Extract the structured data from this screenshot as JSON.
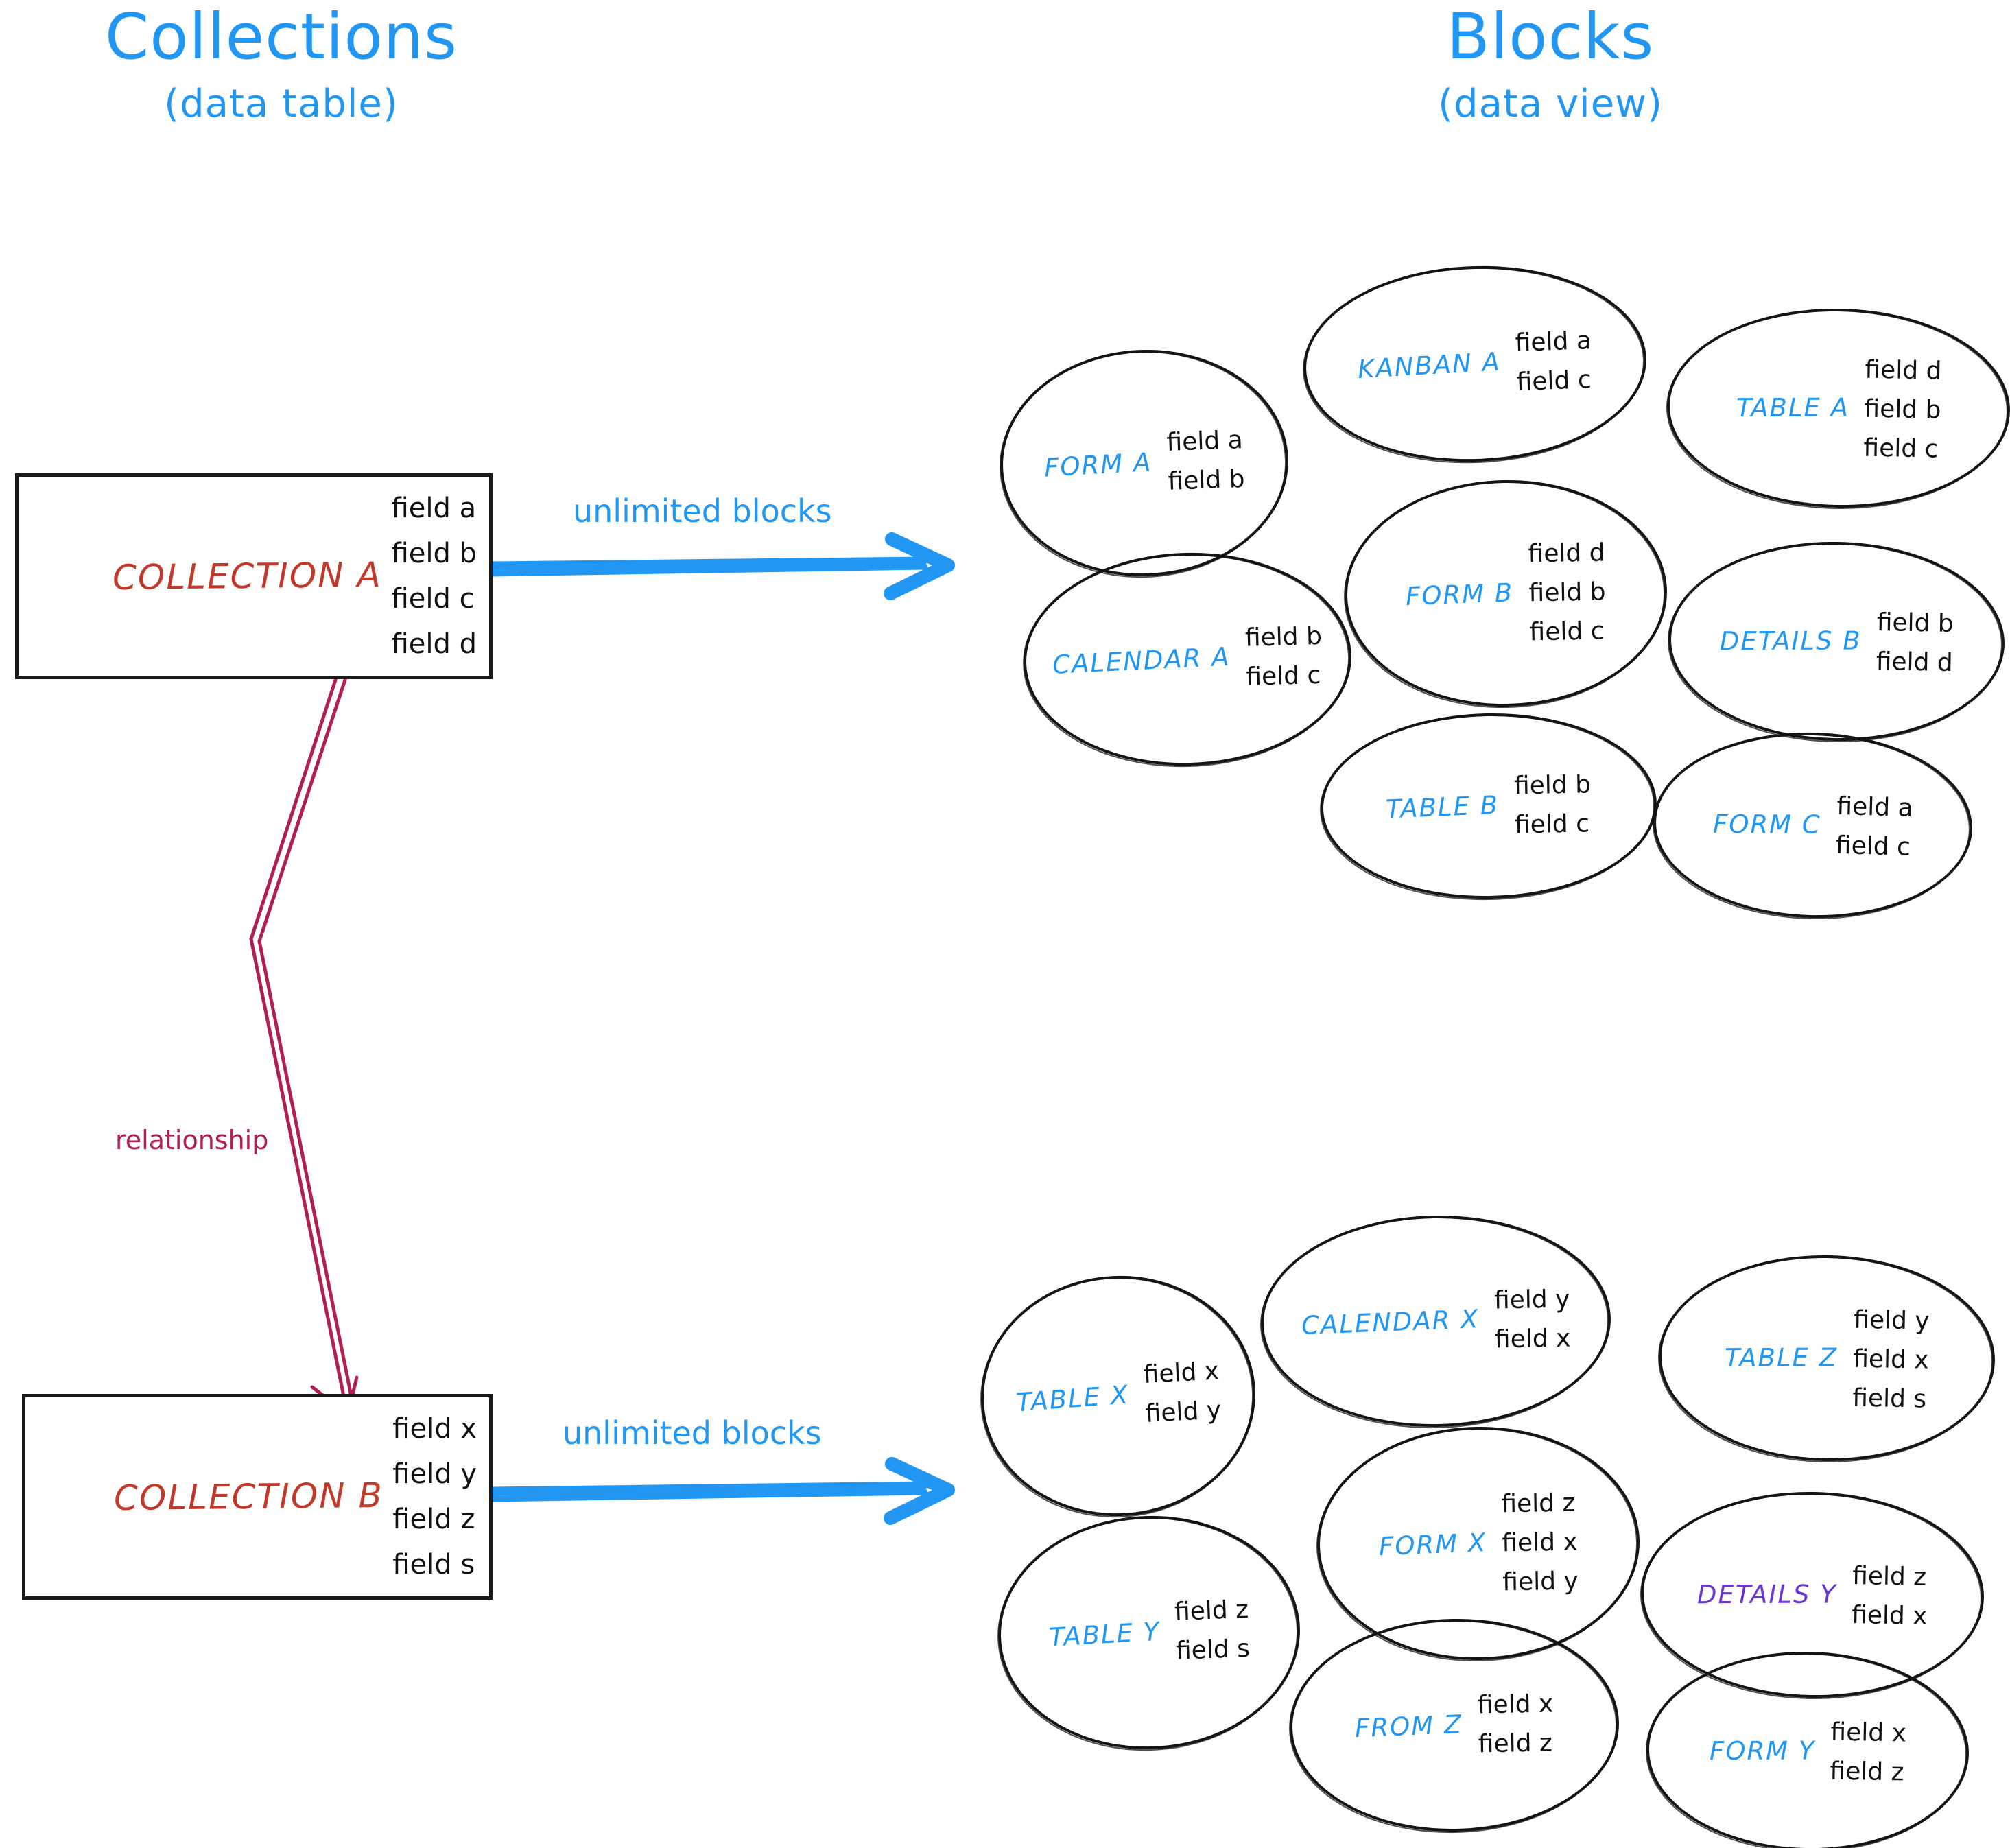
{
  "headings": {
    "left": {
      "title": "Collections",
      "subtitle": "(data table)"
    },
    "right": {
      "title": "Blocks",
      "subtitle": "(data view)"
    }
  },
  "colors": {
    "accent_blue": "#2196F3",
    "collection_red": "#C0392B",
    "relationship_crimson": "#B01E52",
    "details_purple": "#6B35D6",
    "ink_black": "#141414"
  },
  "collections": [
    {
      "name": "COLLECTION A",
      "fields": [
        "field a",
        "field b",
        "field c",
        "field d"
      ],
      "arrow_label": "unlimited blocks"
    },
    {
      "name": "COLLECTION B",
      "fields": [
        "field x",
        "field y",
        "field z",
        "field s"
      ],
      "arrow_label": "unlimited blocks"
    }
  ],
  "relationship": {
    "label": "relationship"
  },
  "blocks_top": [
    {
      "label": "FORM A",
      "color": "blue",
      "fields": [
        "field a",
        "field b"
      ]
    },
    {
      "label": "KANBAN A",
      "color": "blue",
      "fields": [
        "field a",
        "field c"
      ]
    },
    {
      "label": "TABLE A",
      "color": "blue",
      "fields": [
        "field d",
        "field b",
        "field c"
      ]
    },
    {
      "label": "CALENDAR A",
      "color": "blue",
      "fields": [
        "field b",
        "field c"
      ]
    },
    {
      "label": "FORM B",
      "color": "blue",
      "fields": [
        "field d",
        "field b",
        "field c"
      ]
    },
    {
      "label": "DETAILS B",
      "color": "blue",
      "fields": [
        "field b",
        "field d"
      ]
    },
    {
      "label": "TABLE B",
      "color": "blue",
      "fields": [
        "field b",
        "field c"
      ]
    },
    {
      "label": "FORM C",
      "color": "blue",
      "fields": [
        "field a",
        "field c"
      ]
    }
  ],
  "blocks_bottom": [
    {
      "label": "TABLE X",
      "color": "blue",
      "fields": [
        "field x",
        "field y"
      ]
    },
    {
      "label": "CALENDAR X",
      "color": "blue",
      "fields": [
        "field y",
        "field x"
      ]
    },
    {
      "label": "TABLE Z",
      "color": "blue",
      "fields": [
        "field y",
        "field x",
        "field s"
      ]
    },
    {
      "label": "TABLE Y",
      "color": "blue",
      "fields": [
        "field z",
        "field s"
      ]
    },
    {
      "label": "FORM X",
      "color": "blue",
      "fields": [
        "field z",
        "field x",
        "field y"
      ]
    },
    {
      "label": "DETAILS Y",
      "color": "purple",
      "fields": [
        "field z",
        "field x"
      ]
    },
    {
      "label": "FROM Z",
      "color": "blue",
      "fields": [
        "field x",
        "field z"
      ]
    },
    {
      "label": "FORM Y",
      "color": "blue",
      "fields": [
        "field x",
        "field z"
      ]
    }
  ]
}
